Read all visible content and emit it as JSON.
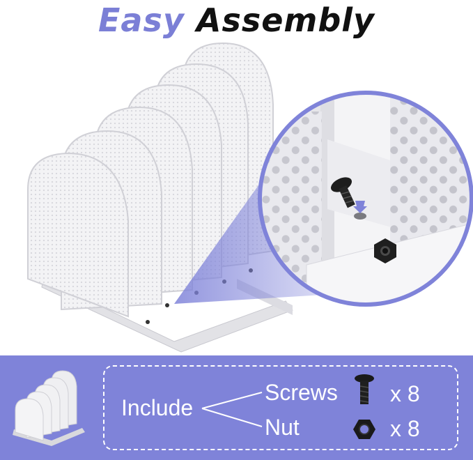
{
  "title": {
    "word1": "Easy",
    "word2": "Assembly"
  },
  "colors": {
    "accent": "#7f83d9",
    "title_accent": "#7b7fd6",
    "text_dark": "#111111",
    "hardware": "#1a1a1a",
    "product": "#f2f2f4"
  },
  "includes": {
    "label": "Include",
    "items": [
      {
        "name": "Screws",
        "icon": "screw-icon",
        "quantity": "x 8"
      },
      {
        "name": "Nut",
        "icon": "hex-nut-icon",
        "quantity": "x 8"
      }
    ]
  }
}
